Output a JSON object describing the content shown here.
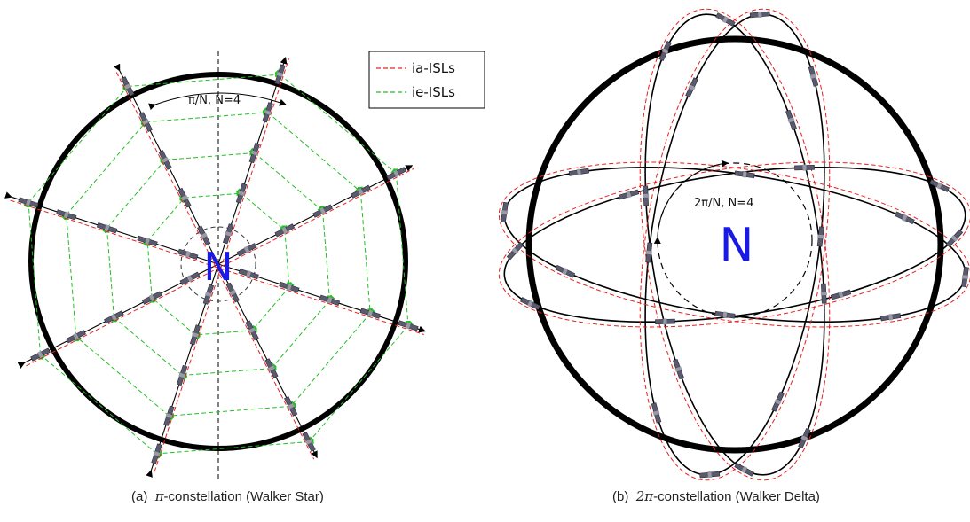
{
  "panels": [
    {
      "id": "a",
      "caption_label": "(a)",
      "caption_symbol": "π",
      "caption_text": "-constellation (Walker Star)",
      "center_label": "N",
      "angle_annotation": "π/N,  N=4",
      "legend": [
        {
          "label": "ia-ISLs",
          "color": "#e8201e",
          "style": "dashed"
        },
        {
          "label": "ie-ISLs",
          "color": "#22c022",
          "style": "dashed"
        }
      ]
    },
    {
      "id": "b",
      "caption_label": "(b)",
      "caption_symbol": "2π",
      "caption_text": "-constellation (Walker Delta)",
      "center_label": "N",
      "angle_annotation": "2π/N,  N=4"
    }
  ],
  "colors": {
    "earth_outline": "#000000",
    "orbit": "#000000",
    "ia_isl": "#e8201e",
    "ie_isl": "#22c022",
    "satellite": "#5a5a6e",
    "north_label": "#1a1ae6"
  },
  "constellation": {
    "planes": 4,
    "sats_per_plane_a": 10,
    "sats_per_plane_b": 8
  }
}
